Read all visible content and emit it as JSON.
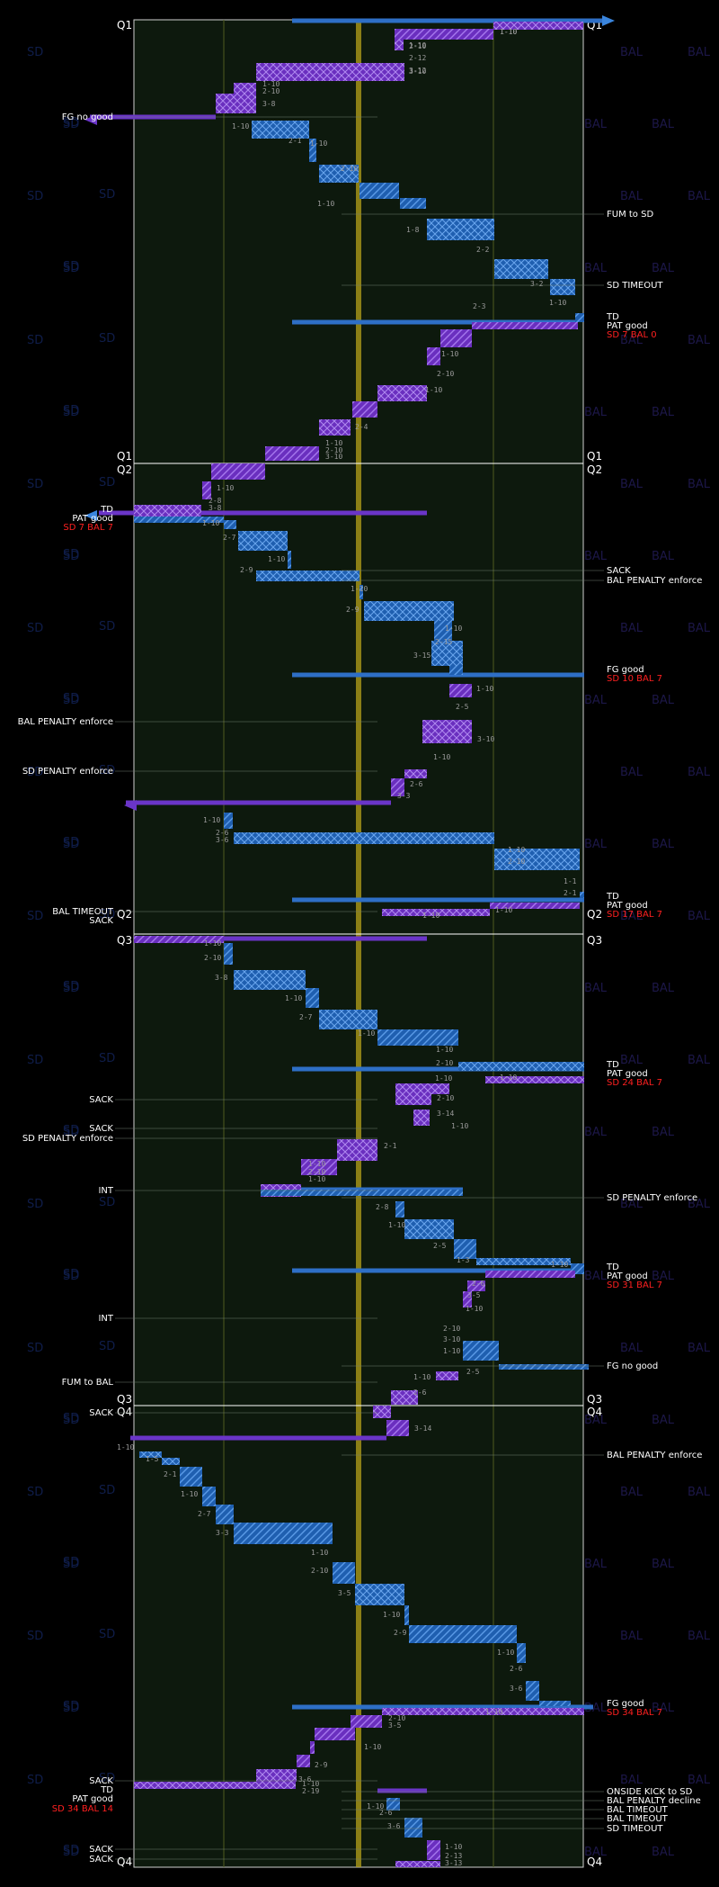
{
  "teams": {
    "home": "SD",
    "away": "BAL"
  },
  "colors": {
    "sd": "#1f5fb0",
    "bal": "#6a2fbf",
    "field": "#0d190d",
    "midfield": "#b5a21a",
    "text": "#ffffff",
    "score": "#ff2020"
  },
  "quarters": [
    "Q1",
    "Q2",
    "Q3",
    "Q4"
  ],
  "watermarks": {
    "sd": "SD",
    "bal": "BAL"
  },
  "left_events": [
    {
      "label": "FG no good"
    },
    {
      "label": "TD"
    },
    {
      "label": "PAT good"
    },
    {
      "label": "SD 7 BAL 7",
      "score": true
    },
    {
      "label": "BAL PENALTY enforce"
    },
    {
      "label": "SD PENALTY enforce"
    },
    {
      "label": "BAL TIMEOUT"
    },
    {
      "label": "SACK"
    },
    {
      "label": "SACK"
    },
    {
      "label": "SACK"
    },
    {
      "label": "SD PENALTY enforce"
    },
    {
      "label": "INT"
    },
    {
      "label": "INT"
    },
    {
      "label": "FUM to BAL"
    },
    {
      "label": "SACK"
    },
    {
      "label": "SACK"
    },
    {
      "label": "TD"
    },
    {
      "label": "PAT good"
    },
    {
      "label": "SD 34 BAL 14",
      "score": true
    },
    {
      "label": "SACK"
    },
    {
      "label": "SACK"
    }
  ],
  "right_events": [
    {
      "label": "FUM to SD"
    },
    {
      "label": "SD TIMEOUT"
    },
    {
      "label": "TD"
    },
    {
      "label": "PAT good"
    },
    {
      "label": "SD 7 BAL 0",
      "score": true
    },
    {
      "label": "SACK"
    },
    {
      "label": "BAL PENALTY enforce"
    },
    {
      "label": "FG good"
    },
    {
      "label": "SD 10 BAL 7",
      "score": true
    },
    {
      "label": "TD"
    },
    {
      "label": "PAT good"
    },
    {
      "label": "SD 17 BAL 7",
      "score": true
    },
    {
      "label": "TD"
    },
    {
      "label": "PAT good"
    },
    {
      "label": "SD 24 BAL 7",
      "score": true
    },
    {
      "label": "SD PENALTY enforce"
    },
    {
      "label": "TD"
    },
    {
      "label": "PAT good"
    },
    {
      "label": "SD 31 BAL 7",
      "score": true
    },
    {
      "label": "FG no good"
    },
    {
      "label": "BAL PENALTY enforce"
    },
    {
      "label": "FG good"
    },
    {
      "label": "SD 34 BAL 7",
      "score": true
    },
    {
      "label": "ONSIDE KICK to SD"
    },
    {
      "label": "BAL PENALTY decline"
    },
    {
      "label": "BAL TIMEOUT"
    },
    {
      "label": "BAL TIMEOUT"
    },
    {
      "label": "SD TIMEOUT"
    }
  ],
  "downs": {
    "q1": [
      "1-10",
      "2-10",
      "3-10",
      "1-10",
      "2-10",
      "3-8",
      "1-10",
      "2-1",
      "1-10",
      "1-10",
      "2-10",
      "1-8",
      "2-2",
      "3-2",
      "1-10",
      "2-3",
      "1-10",
      "2-10",
      "1-10",
      "2-4",
      "1-10",
      "2-10",
      "3-10",
      "1-10",
      "2-12",
      "3-12",
      "1-10"
    ],
    "q2": [
      "1-10",
      "2-8",
      "3-8",
      "1-10",
      "2-7",
      "1-10",
      "2-9",
      "1-10",
      "2-9",
      "1-10",
      "2-15",
      "3-15",
      "1-10",
      "2-5",
      "3-10",
      "1-10",
      "2-6",
      "3-3",
      "1-10",
      "2-6",
      "3-6",
      "1-10",
      "2-10",
      "1-1",
      "2-1",
      "1-10",
      "1-10"
    ],
    "q3": [
      "1-10",
      "2-10",
      "3-8",
      "1-10",
      "2-7",
      "1-10",
      "1-10",
      "2-10",
      "1-10",
      "1-10",
      "2-10",
      "3-14",
      "1-10",
      "2-1",
      "1-10",
      "2-10",
      "1-10",
      "2-8",
      "1-10",
      "2-5",
      "1-3",
      "1-10",
      "2-6",
      "3-5",
      "1-10",
      "2-10",
      "3-10",
      "1-10",
      "2-5"
    ],
    "q4": [
      "1-10",
      "2-6",
      "3-14",
      "1-10",
      "1-5",
      "2-1",
      "1-10",
      "2-7",
      "3-3",
      "1-10",
      "2-10",
      "3-5",
      "1-10",
      "2-9",
      "1-10",
      "2-6",
      "3-6",
      "1-10",
      "2-10",
      "3-5",
      "1-10",
      "2-9",
      "3-6",
      "1-10",
      "2-19",
      "1-10",
      "2-6",
      "3-6",
      "1-10",
      "2-13",
      "3-13"
    ]
  }
}
